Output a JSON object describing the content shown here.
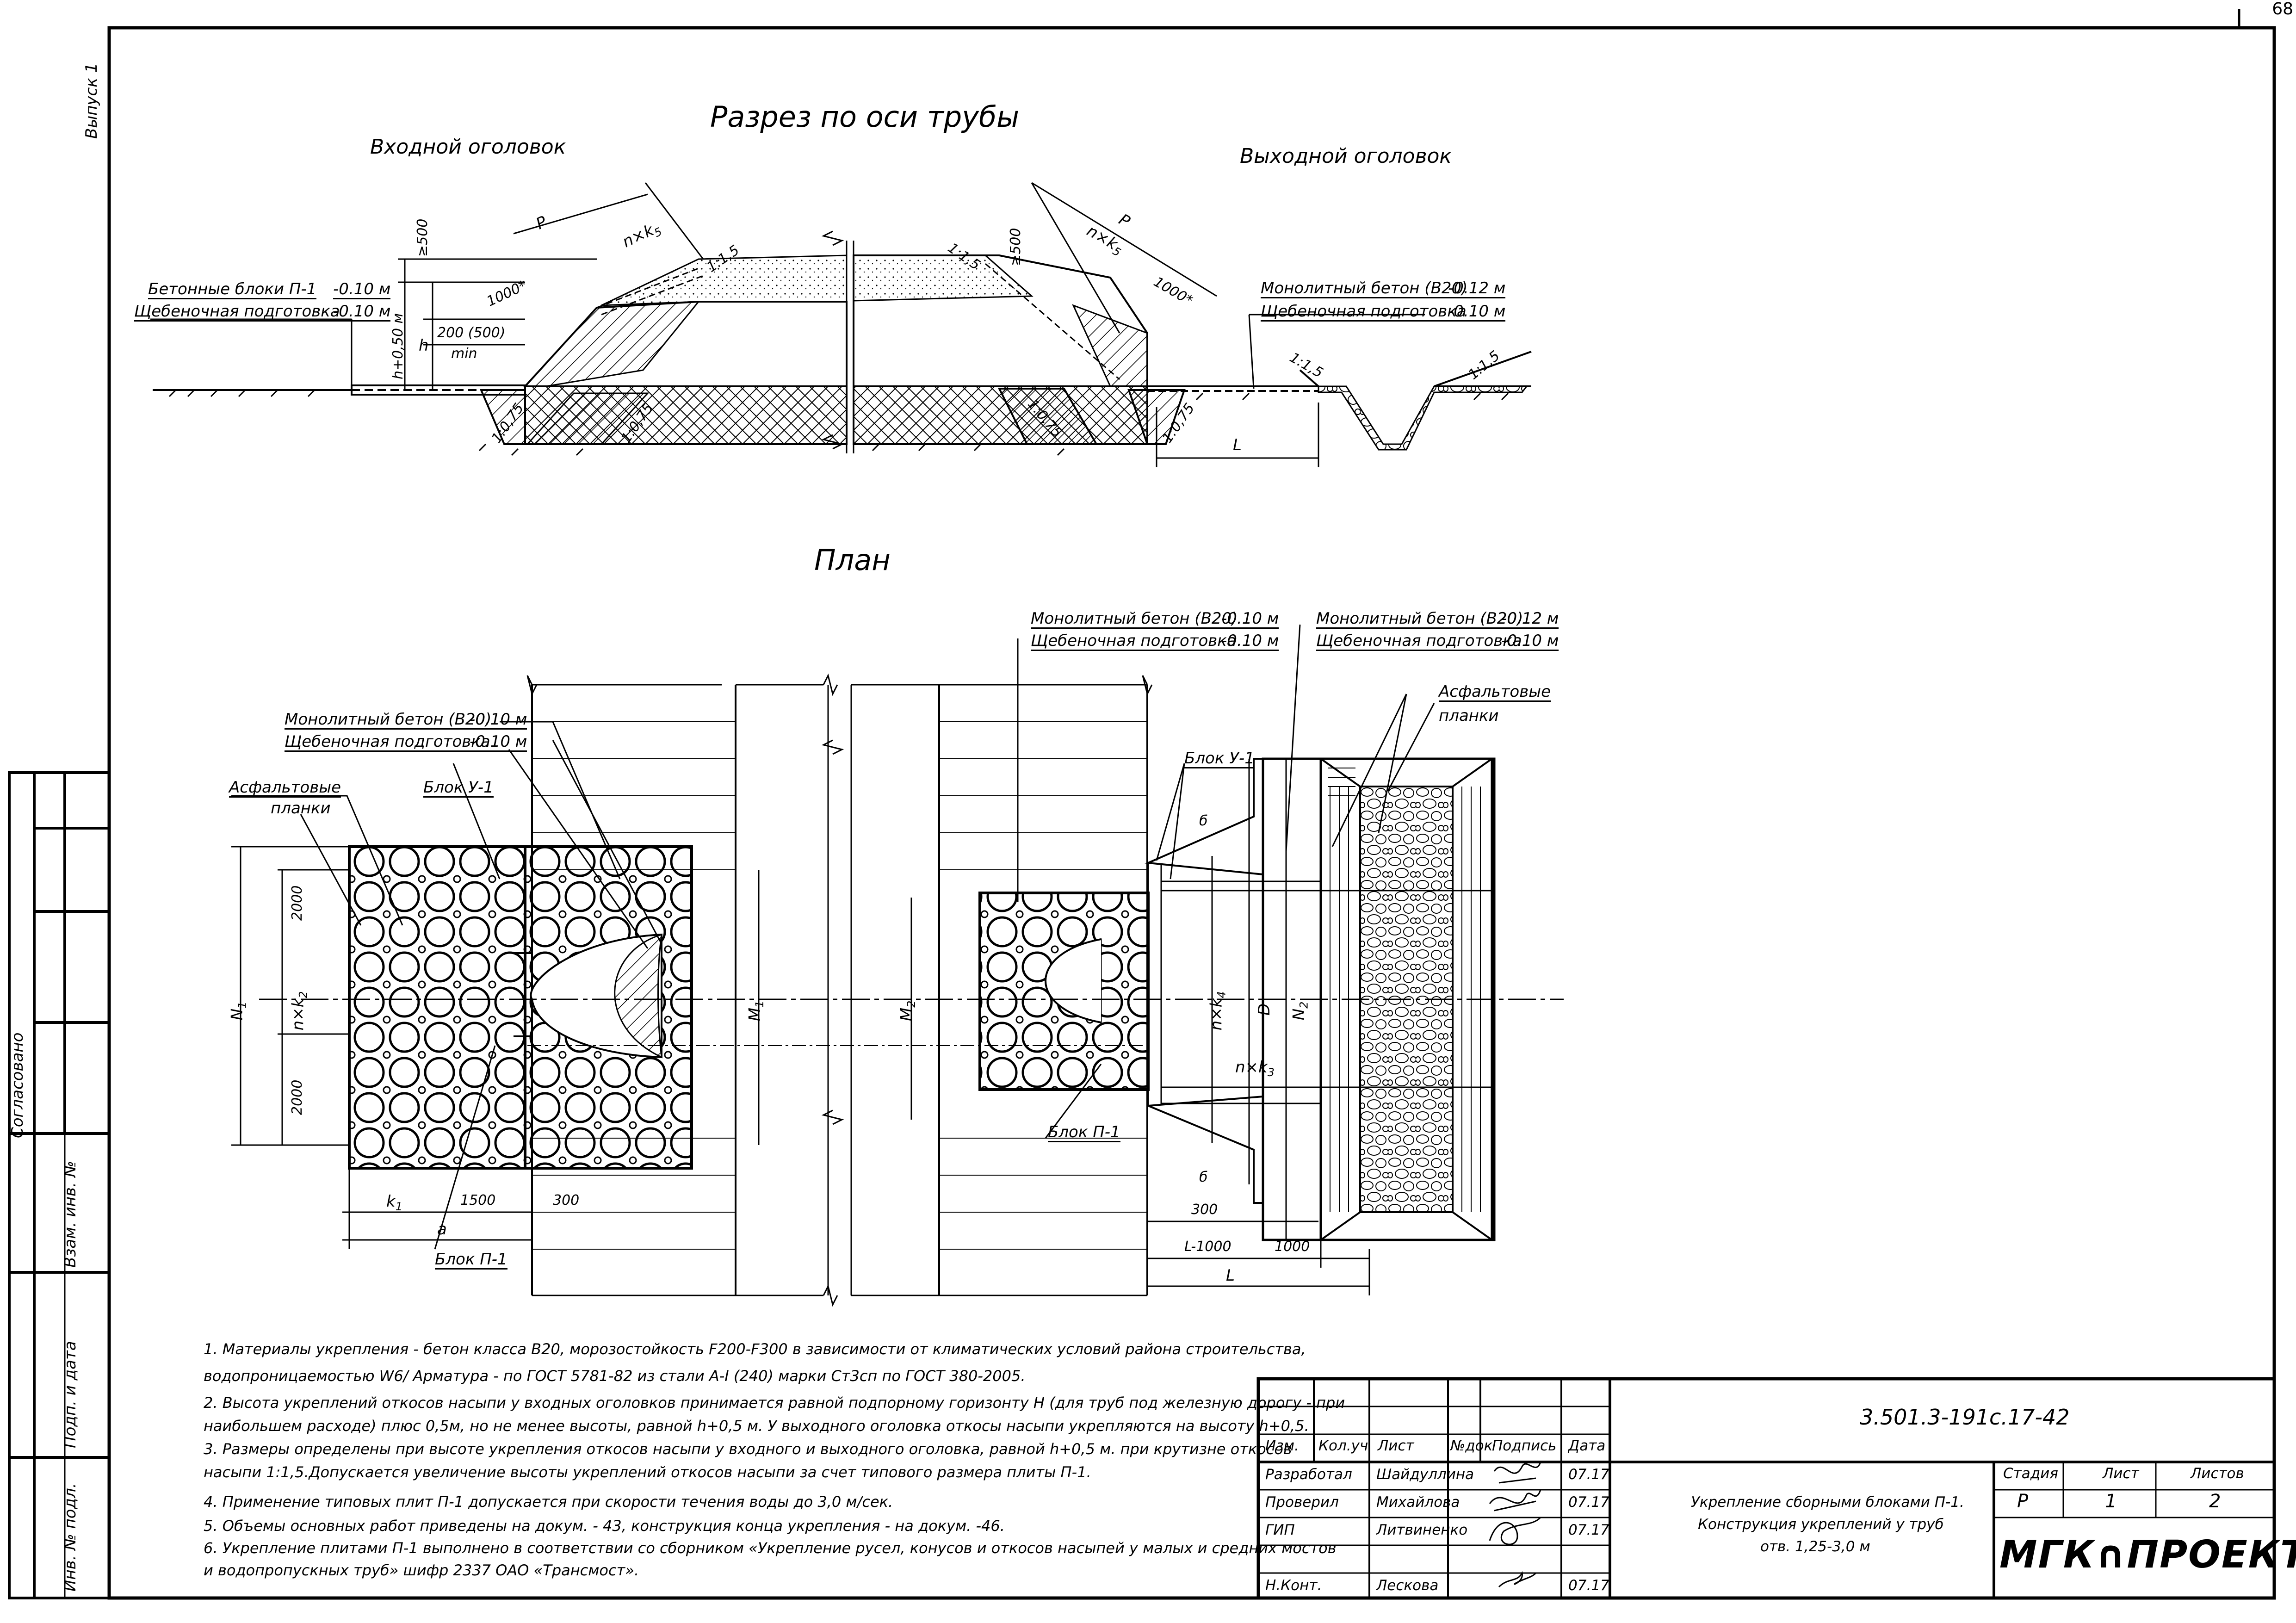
{
  "sheet_corner_number": "68",
  "margin": {
    "issue": "Выпуск 1",
    "agreed": "Согласовано",
    "swap_inv": "Взам. инв. №",
    "sign_date": "Подп. и дата",
    "inv_orig": "Инв. № подл."
  },
  "section": {
    "title": "Разрез по оси трубы",
    "inlet": "Входной оголовок",
    "outlet": "Выходной оголовок",
    "left_legend": [
      {
        "name": "Бетонные блоки П-1",
        "value": "-0.10 м"
      },
      {
        "name": "Щебеночная подготовка",
        "value": "-0.10 м"
      }
    ],
    "right_legend": [
      {
        "name": "Монолитный бетон (В20)",
        "value": "-0.12 м"
      },
      {
        "name": "Щебеночная подготовка",
        "value": "-0.10 м"
      }
    ],
    "dims": {
      "ge500": "≥500",
      "h050": "h+0,50 м",
      "h": "h",
      "d200": "200 (500)",
      "min": "min",
      "d1000": "1000*",
      "p": "P",
      "nk": "n×k",
      "nk_sub": "5",
      "slope15": "1:1,5",
      "slope075": "1:0,75",
      "l": "L"
    }
  },
  "plan": {
    "title": "План",
    "left_legend": [
      {
        "name": "Монолитный бетон (В20)",
        "value": "-0.10 м"
      },
      {
        "name": "Щебеночная подготовка",
        "value": "-0.10 м"
      }
    ],
    "mid_legend": [
      {
        "name": "Монолитный бетон (В20)",
        "value": "-0.10 м"
      },
      {
        "name": "Щебеночная подготовка",
        "value": "-0.10 м"
      }
    ],
    "right_legend": [
      {
        "name": "Монолитный бетон (В20)",
        "value": "-0.12 м"
      },
      {
        "name": "Щебеночная подготовка",
        "value": "-0.10 м"
      }
    ],
    "labels": {
      "asphalt": "Асфальтовые",
      "planks": "планки",
      "block_u1": "Блок У-1",
      "block_p1": "Блок П-1",
      "n1": "N",
      "n1_sub": "1",
      "m1": "M",
      "m1_sub": "1",
      "m2": "M",
      "m2_sub": "2",
      "n2": "N",
      "n2_sub": "2",
      "nk2": "n×k",
      "nk2_sub": "2",
      "nk4": "n×k",
      "nk4_sub": "4",
      "nk3": "n×k",
      "nk3_sub": "3",
      "d2000": "2000",
      "d1500": "1500",
      "d300": "300",
      "k1": "k",
      "k1_sub": "1",
      "a": "a",
      "b": "б",
      "D": "D",
      "l1000": "L-1000",
      "d1000": "1000",
      "L": "L"
    }
  },
  "notes": [
    "1.   Материалы укрепления - бетон класса В20, морозостойкость F200-F300 в зависимости от климатических условий района строительства,",
    "      водопроницаемостью W6/ Арматура - по ГОСТ 5781-82 из стали  А-I (240) марки Ст3сп по ГОСТ 380-2005.",
    "2.   Высота укреплений откосов насыпи у входных оголовков принимается равной подпорному горизонту Н (для труб под железную дорогу - при",
    "      наибольшем расходе) плюс 0,5м, но не менее высоты, равной h+0,5 м. У выходного оголовка откосы насыпи укрепляются на высоту h+0,5.",
    "3.   Размеры определены при высоте укрепления откосов насыпи у входного и выходного оголовка, равной h+0,5 м.  при крутизне откосов",
    "      насыпи 1:1,5.Допускается увеличение высоты укреплений откосов насыпи за счет типового размера плиты П-1.",
    "4.   Применение типовых плит П-1 допускается при скорости течения воды до 3,0 м/сек.",
    "5.   Объемы основных работ приведены на докум. - 43, конструкция конца укрепления - на докум. -46.",
    "6.   Укрепление плитами П-1 выполнено в соответствии со сборником «Укрепление русел, конусов и откосов насыпей у малых и средних мостов",
    "      и водопропускных труб» шифр 2337 ОАО  «Трансмост»."
  ],
  "title_block": {
    "code": "3.501.3-191с.17-42",
    "headers": [
      "Изм.",
      "Кол.уч",
      "Лист",
      "№док",
      "Подпись",
      "Дата"
    ],
    "rows": [
      {
        "role": "Разработал",
        "name": "Шайдуллина",
        "date": "07.17"
      },
      {
        "role": "Проверил",
        "name": "Михайлова",
        "date": "07.17"
      },
      {
        "role": "ГИП",
        "name": "Литвиненко",
        "date": "07.17"
      },
      {
        "role": "",
        "name": "",
        "date": ""
      },
      {
        "role": "Н.Конт.",
        "name": "Лескова",
        "date": "07.17"
      }
    ],
    "doc_title": [
      "Укрепление сборными блоками П-1.",
      "Конструкция укреплений у труб",
      "отв. 1,25-3,0 м"
    ],
    "stage_h": "Стадия",
    "sheet_h": "Лист",
    "sheets_h": "Листов",
    "stage": "Р",
    "sheet": "1",
    "sheets": "2",
    "company": "МГК∩ПРОЕКТ"
  }
}
